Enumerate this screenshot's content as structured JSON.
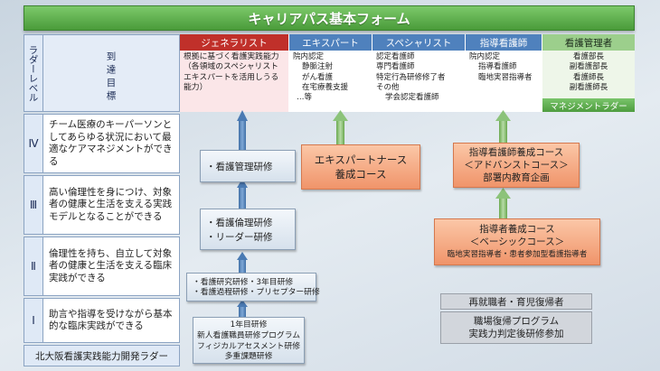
{
  "title": "キャリアパス基本フォーム",
  "ladder_label": "ラダーレベル",
  "target_label": "到達目標",
  "columns": [
    {
      "header": "ジェネラリスト",
      "color": "#c0302a",
      "bg": "#fbe6e8",
      "lines": [
        "根拠に基づく看護実践能力",
        "（各領域のスペシャリスト",
        "エキスパートを活用しうる",
        "能力）"
      ]
    },
    {
      "header": "エキスパート",
      "color": "#4f81bd",
      "bg": "#ffffff",
      "lines": [
        "院内認定",
        "静脈注射",
        "がん看護",
        "在宅療養支援",
        "…等"
      ]
    },
    {
      "header": "スペシャリスト",
      "color": "#4f81bd",
      "bg": "#ffffff",
      "lines": [
        "認定看護師",
        "専門看護師",
        "特定行為研修修了者",
        "その他",
        "学会認定看護師"
      ]
    },
    {
      "header": "指導看護師",
      "color": "#4f81bd",
      "bg": "#ffffff",
      "lines": [
        "院内認定",
        "指導看護師",
        "臨地実習指導者"
      ]
    },
    {
      "header": "看護管理者",
      "color": "#9ccf8c",
      "bg": "#eef6e9",
      "lines": [
        "看護部長",
        "副看護部長",
        "看護師長",
        "副看護師長"
      ]
    }
  ],
  "management_ladder": "マネジメントラダー",
  "levels": [
    {
      "roman": "Ⅳ",
      "text": "チーム医療のキーパーソンとしてあらゆる状況において最適なケアマネジメントができる"
    },
    {
      "roman": "Ⅲ",
      "text": "高い倫理性を身につけ、対象者の健康と生活を支える実践モデルとなることができる"
    },
    {
      "roman": "Ⅱ",
      "text": "倫理性を持ち、自立して対象者の健康と生活を支える臨床実践ができる"
    },
    {
      "roman": "Ⅰ",
      "text": "助言や指導を受けながら基本的な臨床実践ができる"
    }
  ],
  "footer_left": "北大阪看護実践能力開発ラダー",
  "generalist_training": {
    "level4": "・看護管理研修",
    "level3": [
      "・看護倫理研修",
      "・リーダー研修"
    ],
    "level2": [
      "・看護研究研修",
      "・看護過程研修",
      "・3年目研修",
      "・プリセプター研修"
    ],
    "level1": [
      "1年目研修",
      "新人看護職員研修プログラム",
      "フィジカルアセスメント研修",
      "多重課題研修"
    ]
  },
  "expert_course": [
    "エキスパートナース",
    "養成コース"
  ],
  "advanced_course": [
    "指導看護師養成コース",
    "＜アドバンストコース＞",
    "部署内教育企画"
  ],
  "basic_course": [
    "指導者養成コース",
    "＜ベーシックコース＞",
    "臨地実習指導者・患者参加型看護指導者"
  ],
  "return_box": {
    "label": "再就職者・育児復帰者",
    "program": "職場復帰プログラム",
    "program_sub": "実践力判定後研修参加"
  }
}
